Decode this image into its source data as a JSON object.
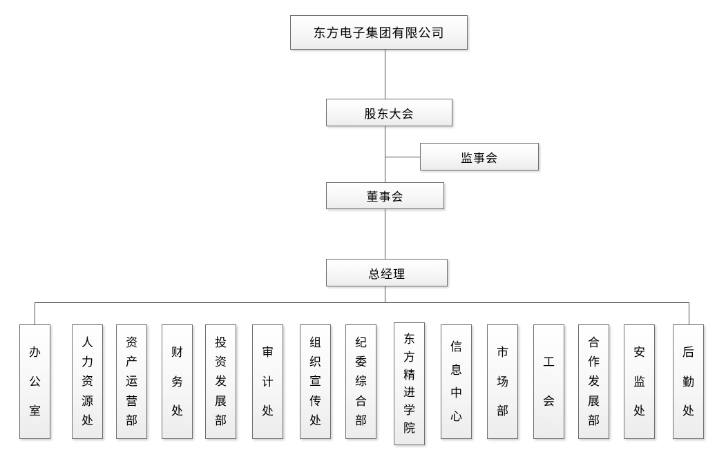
{
  "org": {
    "root": "东方电子集团有限公司",
    "shareholders": "股东大会",
    "supervisory": "监事会",
    "board": "董事会",
    "general_manager": "总经理",
    "departments": [
      "办公室",
      "人力资源处",
      "资产运营部",
      "财务处",
      "投资发展部",
      "审计处",
      "组织宣传处",
      "纪委综合部",
      "东方精进学院",
      "信息中心",
      "市场部",
      "工会",
      "合作发展部",
      "安监处",
      "后勤处"
    ]
  },
  "colors": {
    "line": "#4d4d4d",
    "box_border": "#6e6e6e",
    "box_fill_top": "#ffffff",
    "box_fill_bottom": "#ececec",
    "text": "#000000"
  }
}
